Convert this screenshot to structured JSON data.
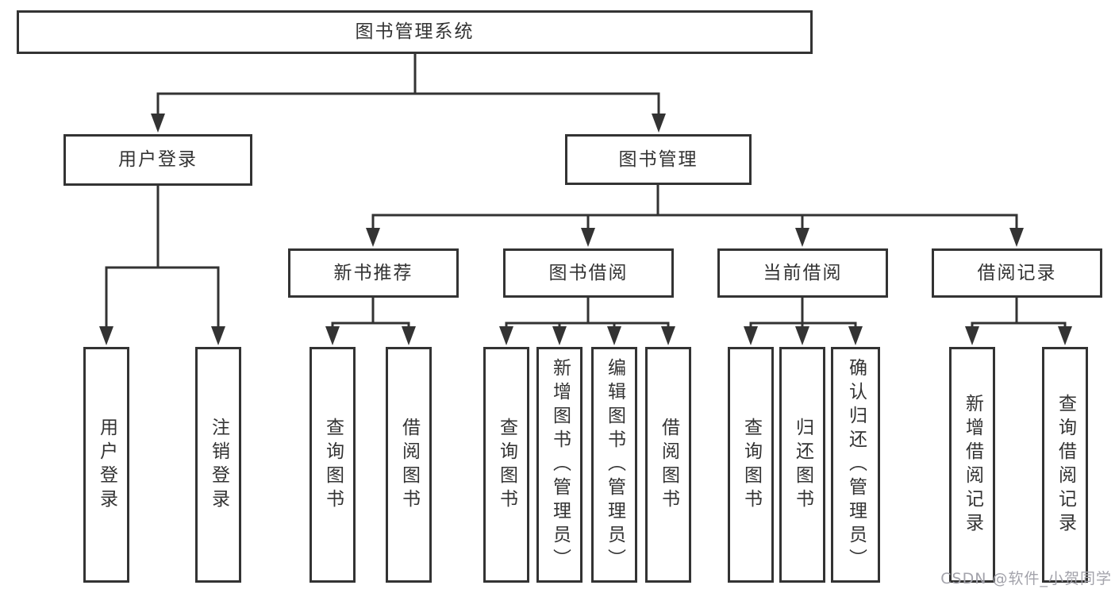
{
  "tree": {
    "root": {
      "label": "图书管理系统"
    },
    "branches": [
      {
        "label": "用户登录",
        "children": [
          {
            "label": "用户登录"
          },
          {
            "label": "注销登录"
          }
        ]
      },
      {
        "label": "图书管理",
        "children": [
          {
            "label": "新书推荐",
            "children": [
              {
                "label": "查询图书"
              },
              {
                "label": "借阅图书"
              }
            ]
          },
          {
            "label": "图书借阅",
            "children": [
              {
                "label": "查询图书"
              },
              {
                "label": "新增图书（管理员）"
              },
              {
                "label": "编辑图书（管理员）"
              },
              {
                "label": "借阅图书"
              }
            ]
          },
          {
            "label": "当前借阅",
            "children": [
              {
                "label": "查询图书"
              },
              {
                "label": "归还图书"
              },
              {
                "label": "确认归还（管理员）"
              }
            ]
          },
          {
            "label": "借阅记录",
            "children": [
              {
                "label": "新增借阅记录"
              },
              {
                "label": "查询借阅记录"
              }
            ]
          }
        ]
      }
    ]
  },
  "watermark": {
    "text": "CSDN @软件_小贺同学"
  },
  "colors": {
    "line": "#333333",
    "box_border": "#333333",
    "box_fill": "#ffffff",
    "text": "#333333",
    "watermark": "#a3a3ab",
    "background": "#ffffff"
  }
}
